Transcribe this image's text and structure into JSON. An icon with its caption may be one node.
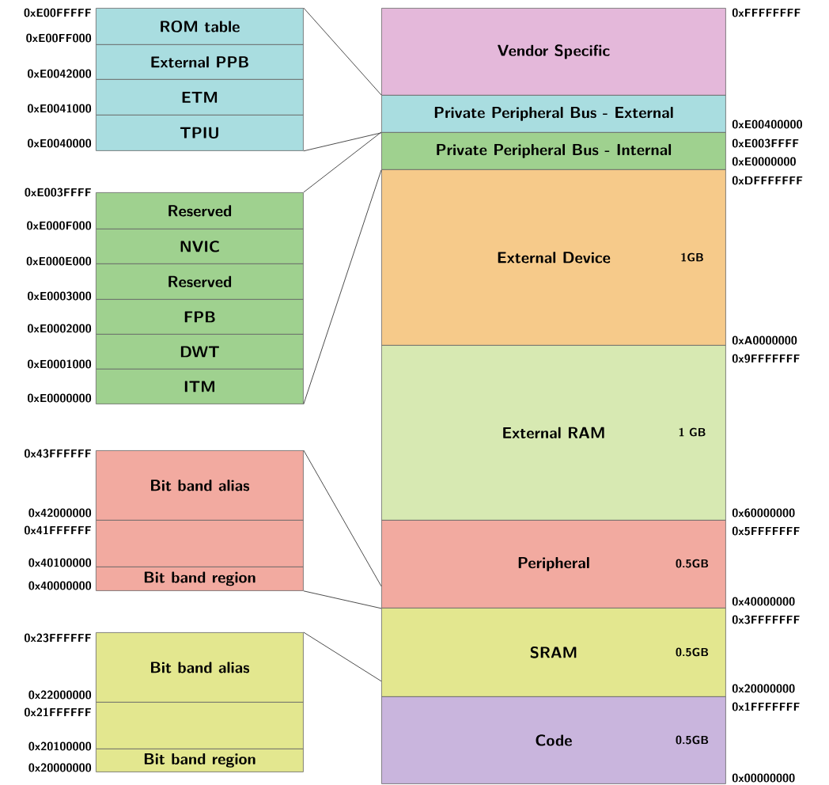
{
  "diagram": {
    "nodes": [
      {
        "text": [
          "Vendor Specific"
        ]
      },
      {
        "text": [
          "Private Peripheral Bus - External"
        ]
      },
      {
        "text": [
          "Private Peripheral Bus - Internal"
        ]
      },
      {
        "text": [
          "External Device",
          "1GB"
        ]
      },
      {
        "text": [
          "External RAM",
          "1 GB"
        ]
      },
      {
        "text": [
          "Peripheral",
          "0.5GB"
        ]
      },
      {
        "text": [
          "SRAM",
          "0.5GB"
        ]
      },
      {
        "text": [
          "Code",
          "0.5GB"
        ]
      },
      {
        "text": [
          "ROM table"
        ]
      },
      {
        "text": [
          "External PPB"
        ]
      },
      {
        "text": [
          "ETM"
        ]
      },
      {
        "text": [
          "TPIU"
        ]
      },
      {
        "text": [
          "Reserved"
        ]
      },
      {
        "text": [
          "NVIC"
        ]
      },
      {
        "text": [
          "Reserved"
        ]
      },
      {
        "text": [
          "FPB"
        ]
      },
      {
        "text": [
          "DWT"
        ]
      },
      {
        "text": [
          "ITM"
        ]
      },
      {
        "text": [
          "Bit band alias"
        ]
      },
      {
        "text": [],
        "shape": "box"
      },
      {
        "text": [
          "Bit band region"
        ]
      },
      {
        "text": [
          "Bit band alias"
        ]
      },
      {
        "text": [],
        "shape": "box"
      },
      {
        "text": [
          "Bit band region"
        ]
      }
    ],
    "edges": [
      {
        "from": 8,
        "to": 1,
        "arrow": "none"
      },
      {
        "from": 11,
        "to": 1,
        "arrow": "none"
      },
      {
        "from": 12,
        "to": 2,
        "arrow": "none"
      },
      {
        "from": 17,
        "to": 2,
        "arrow": "none"
      },
      {
        "from": 18,
        "to": 5,
        "arrow": "none"
      },
      {
        "from": 20,
        "to": 5,
        "arrow": "none"
      },
      {
        "from": 21,
        "to": 6,
        "arrow": "none"
      }
    ],
    "labels": [
      "0xE00FFFFF",
      "0xE00FF000",
      "0xE0042000",
      "0xE0041000",
      "0xE0040000",
      "0xE003FFFF",
      "0xE000F000",
      "0xE000E000",
      "0xE0003000",
      "0xE0002000",
      "0xE0001000",
      "0xE0000000",
      "0x43FFFFFF",
      "0x42000000",
      "0x41FFFFFF",
      "0x40100000",
      "0x40000000",
      "0x23FFFFFF",
      "0x22000000",
      "0x21FFFFFF",
      "0x20100000",
      "0x20000000",
      "0xFFFFFFFF",
      "0xE00400000",
      "0xE003FFFF",
      "0xE0000000",
      "0xDFFFFFFF",
      "0xA0000000",
      "0x9FFFFFFF",
      "0x60000000",
      "0x5FFFFFFF",
      "0x40000000",
      "0x3FFFFFFF",
      "0x20000000",
      "0x1FFFFFFF",
      "0x00000000"
    ]
  }
}
